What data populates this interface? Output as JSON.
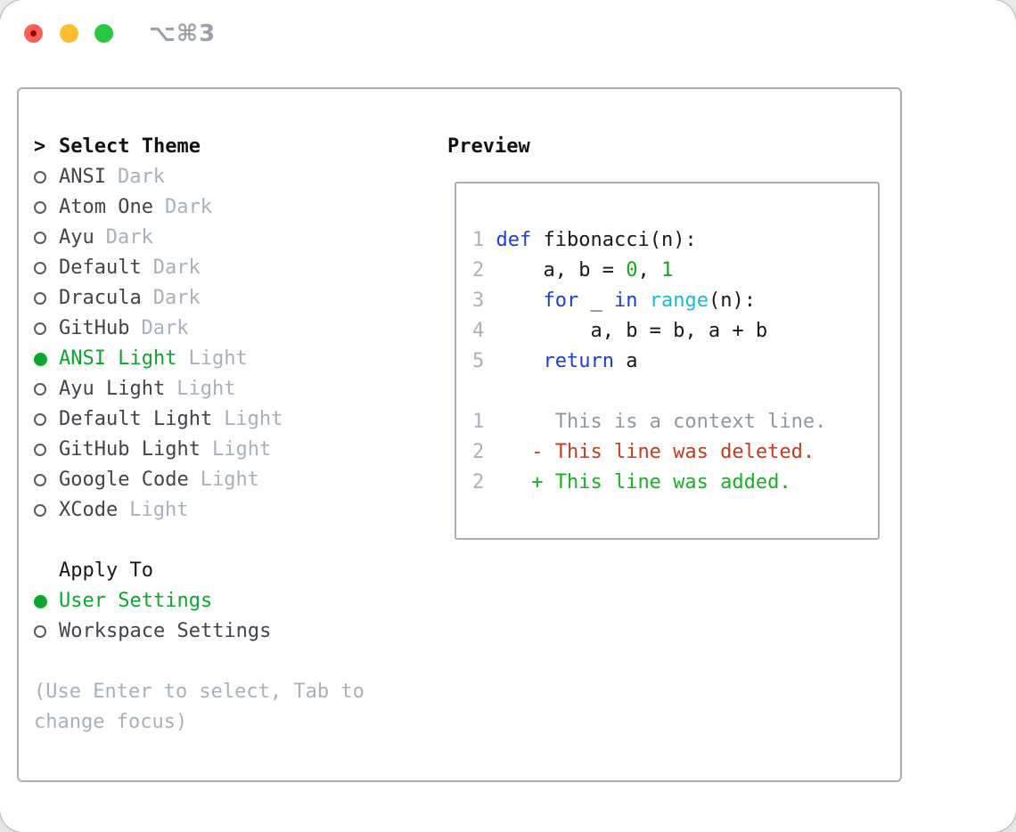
{
  "window": {
    "title_shortcut": "⌥⌘3",
    "traffic_lights": [
      "close",
      "minimize",
      "zoom"
    ]
  },
  "theme_panel": {
    "prompt": ">",
    "header": "Select Theme",
    "items": [
      {
        "name": "ANSI",
        "tag": "Dark",
        "selected": false
      },
      {
        "name": "Atom One",
        "tag": "Dark",
        "selected": false
      },
      {
        "name": "Ayu",
        "tag": "Dark",
        "selected": false
      },
      {
        "name": "Default",
        "tag": "Dark",
        "selected": false
      },
      {
        "name": "Dracula",
        "tag": "Dark",
        "selected": false
      },
      {
        "name": "GitHub",
        "tag": "Dark",
        "selected": false
      },
      {
        "name": "ANSI Light",
        "tag": "Light",
        "selected": true
      },
      {
        "name": "Ayu Light",
        "tag": "Light",
        "selected": false
      },
      {
        "name": "Default Light",
        "tag": "Light",
        "selected": false
      },
      {
        "name": "GitHub Light",
        "tag": "Light",
        "selected": false
      },
      {
        "name": "Google Code",
        "tag": "Light",
        "selected": false
      },
      {
        "name": "XCode",
        "tag": "Light",
        "selected": false
      }
    ],
    "apply_to": {
      "header": "Apply To",
      "options": [
        {
          "label": "User Settings",
          "selected": true
        },
        {
          "label": "Workspace Settings",
          "selected": false
        }
      ]
    },
    "help_text": "(Use Enter to select, Tab to change focus)"
  },
  "preview": {
    "header": "Preview",
    "lines": [
      {
        "kind": "code-line-1",
        "no": "1",
        "tokens": [
          {
            "c": "kw",
            "t": "def"
          },
          {
            "c": "plain",
            "t": " fibonacci(n):"
          }
        ]
      },
      {
        "kind": "code-line-2",
        "no": "2",
        "tokens": [
          {
            "c": "plain",
            "t": "    a, b = "
          },
          {
            "c": "num",
            "t": "0"
          },
          {
            "c": "plain",
            "t": ", "
          },
          {
            "c": "num",
            "t": "1"
          }
        ]
      },
      {
        "kind": "code-line-3",
        "no": "3",
        "tokens": [
          {
            "c": "plain",
            "t": "    "
          },
          {
            "c": "kw",
            "t": "for"
          },
          {
            "c": "plain",
            "t": " _ "
          },
          {
            "c": "kw",
            "t": "in"
          },
          {
            "c": "plain",
            "t": " "
          },
          {
            "c": "cyan",
            "t": "range"
          },
          {
            "c": "plain",
            "t": "(n):"
          }
        ]
      },
      {
        "kind": "code-line-4",
        "no": "4",
        "tokens": [
          {
            "c": "plain",
            "t": "        a, b = b, a + b"
          }
        ]
      },
      {
        "kind": "code-line-5",
        "no": "5",
        "tokens": [
          {
            "c": "plain",
            "t": "    "
          },
          {
            "c": "kw",
            "t": "return"
          },
          {
            "c": "plain",
            "t": " a"
          }
        ]
      },
      {
        "kind": "blank-line"
      },
      {
        "kind": "diff-context-line",
        "no": "1",
        "tokens": [
          {
            "c": "ctx",
            "t": "     This is a context line."
          }
        ]
      },
      {
        "kind": "diff-deleted-line",
        "no": "2",
        "tokens": [
          {
            "c": "del",
            "t": "   - This line was deleted."
          }
        ]
      },
      {
        "kind": "diff-added-line",
        "no": "2",
        "tokens": [
          {
            "c": "add",
            "t": "   + This line was added."
          }
        ]
      }
    ]
  },
  "colors": {
    "accent_green": "#0ca62e",
    "added_green": "#16b224",
    "number_green": "#0ea822",
    "deleted_red": "#c43b20",
    "keyword_blue": "#1b3ed8",
    "builtin_cyan": "#16bcd8",
    "context_gray": "#8f989f",
    "lineno_gray": "#a8b2bc",
    "muted": "#a8b1bb",
    "heading": "#101214",
    "item_text": "#40454b",
    "border": "#a7afb8",
    "title": "#9aa1a8",
    "tl_red": "#ff5f57",
    "tl_yellow": "#febc2e",
    "tl_green": "#28c840"
  }
}
